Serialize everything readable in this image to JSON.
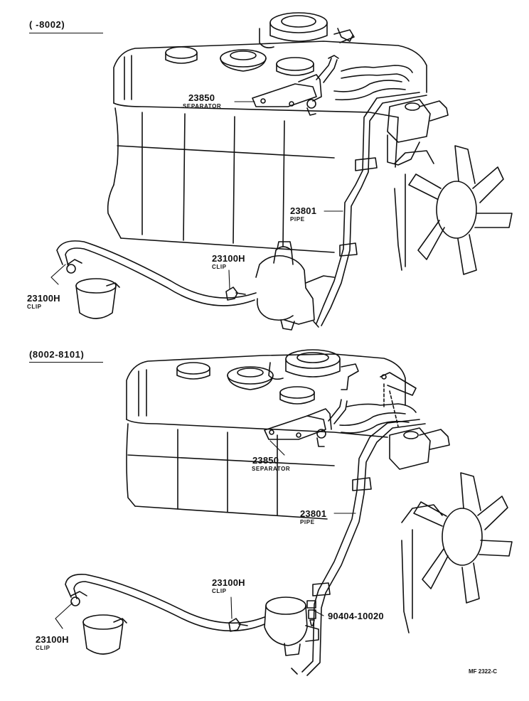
{
  "sections": [
    {
      "range": "(      -8002)",
      "parts": [
        {
          "number": "23850",
          "name": "SEPARATOR"
        },
        {
          "number": "23801",
          "name": "PIPE"
        },
        {
          "number": "23100H",
          "name": "CLIP"
        },
        {
          "number": "23100H",
          "name": "CLIP"
        }
      ]
    },
    {
      "range": "(8002-8101)",
      "parts": [
        {
          "number": "23850",
          "name": "SEPARATOR"
        },
        {
          "number": "23801",
          "name": "PIPE"
        },
        {
          "number": "23100H",
          "name": "CLIP"
        },
        {
          "number": "23100H",
          "name": "CLIP"
        },
        {
          "number": "90404-10020",
          "name": ""
        }
      ]
    }
  ],
  "footer": {
    "code": "MF 2322-C"
  }
}
